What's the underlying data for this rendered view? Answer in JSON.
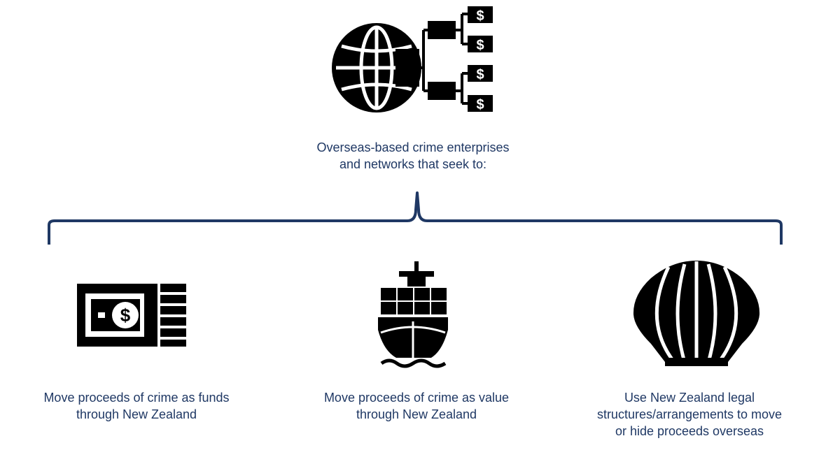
{
  "header": {
    "icon": "globe-network-money-icon",
    "caption_line1": "Overseas-based crime enterprises",
    "caption_line2": "and networks that seek to:"
  },
  "items": [
    {
      "icon": "money-transfer-icon",
      "line1": "Move proceeds of crime as funds",
      "line2": "through New Zealand"
    },
    {
      "icon": "cargo-ship-icon",
      "line1": "Move proceeds of crime as value",
      "line2": "through New Zealand"
    },
    {
      "icon": "shell-icon",
      "line1": "Use New Zealand legal",
      "line2": "structures/arrangements to move",
      "line3": "or hide proceeds overseas"
    }
  ],
  "colors": {
    "text": "#1f3864",
    "brace": "#1f3864",
    "icon": "#000000"
  }
}
